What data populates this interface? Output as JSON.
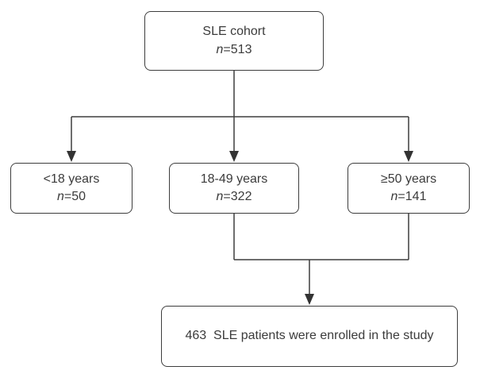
{
  "figure": {
    "type": "flowchart",
    "boxes": {
      "top": {
        "line1": "SLE cohort",
        "n_italic": "n",
        "n_rest": "=513"
      },
      "left": {
        "line1": "<18 years",
        "n_italic": "n",
        "n_rest": "=50"
      },
      "middle": {
        "line1": "18-49 years",
        "n_italic": "n",
        "n_rest": "=322"
      },
      "right": {
        "line1": "≥50 years",
        "n_italic": "n",
        "n_rest": "=141"
      },
      "bottom": {
        "line1": "463  SLE patients were enrolled in the study"
      }
    },
    "colors": {
      "background": "#ffffff",
      "box_fill": "#ffffff",
      "border": "#3d3d3d",
      "text": "#3b3b3b",
      "line": "#3d3d3d",
      "arrowhead": "#333333"
    }
  }
}
